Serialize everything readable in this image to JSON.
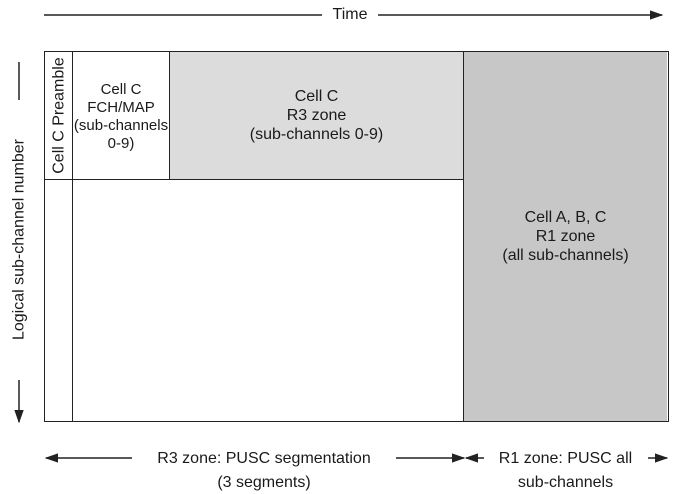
{
  "axes": {
    "time_label": "Time",
    "subchannel_label": "Logical sub-channel number"
  },
  "zones": {
    "preamble": "Cell C Preamble",
    "fch_map": [
      "Cell C",
      "FCH/MAP",
      "(sub-channels",
      "0-9)"
    ],
    "r3": [
      "Cell C",
      "R3 zone",
      "(sub-channels 0-9)"
    ],
    "r1": [
      "Cell A, B, C",
      "R1 zone",
      "(all sub-channels)"
    ]
  },
  "spans": {
    "r3_segmentation": [
      "R3 zone: PUSC segmentation",
      "(3 segments)"
    ],
    "r1_allocation": [
      "R1 zone: PUSC all",
      "sub-channels"
    ]
  },
  "colors": {
    "r3_fill": "#dcdcdc",
    "r1_fill": "#c7c7c7",
    "line": "#222222"
  }
}
